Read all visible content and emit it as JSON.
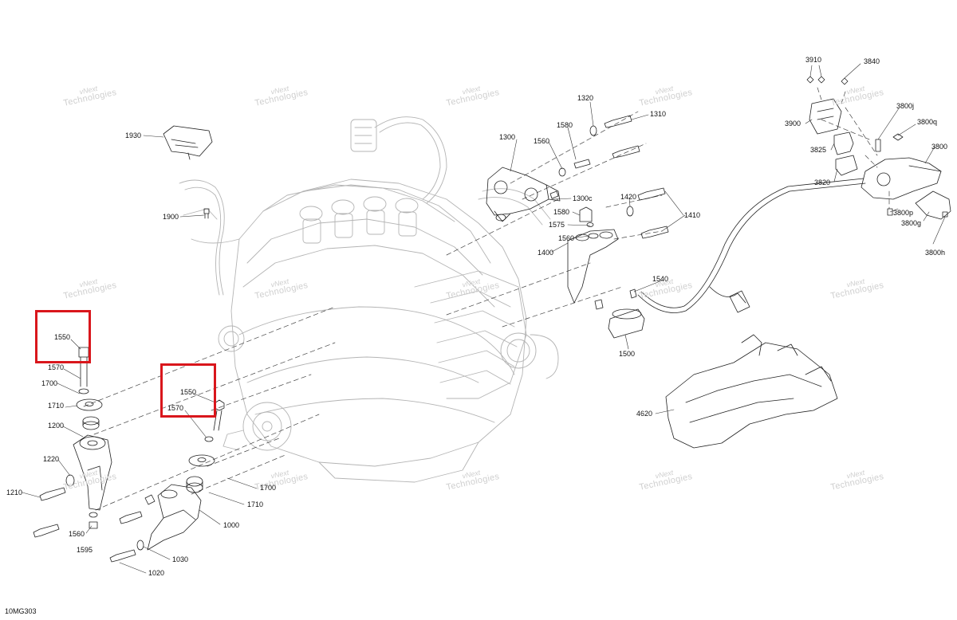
{
  "diagram": {
    "code": "10MG303",
    "watermark": {
      "line1": "vNext",
      "line2": "Technologies"
    },
    "callouts": [
      {
        "id": "1930",
        "label": "1930"
      },
      {
        "id": "1900",
        "label": "1900"
      },
      {
        "id": "1550a",
        "label": "1550"
      },
      {
        "id": "1570a",
        "label": "1570"
      },
      {
        "id": "1700a",
        "label": "1700"
      },
      {
        "id": "1710a",
        "label": "1710"
      },
      {
        "id": "1200",
        "label": "1200"
      },
      {
        "id": "1220",
        "label": "1220"
      },
      {
        "id": "1210",
        "label": "1210"
      },
      {
        "id": "1560a",
        "label": "1560"
      },
      {
        "id": "1595",
        "label": "1595"
      },
      {
        "id": "1550b",
        "label": "1550"
      },
      {
        "id": "1570b",
        "label": "1570"
      },
      {
        "id": "1700b",
        "label": "1700"
      },
      {
        "id": "1710b",
        "label": "1710"
      },
      {
        "id": "1000",
        "label": "1000"
      },
      {
        "id": "1030",
        "label": "1030"
      },
      {
        "id": "1020",
        "label": "1020"
      },
      {
        "id": "1300",
        "label": "1300"
      },
      {
        "id": "1560b",
        "label": "1560"
      },
      {
        "id": "1580a",
        "label": "1580"
      },
      {
        "id": "1320",
        "label": "1320"
      },
      {
        "id": "1310",
        "label": "1310"
      },
      {
        "id": "1300c",
        "label": "1300c"
      },
      {
        "id": "1580b",
        "label": "1580"
      },
      {
        "id": "1575",
        "label": "1575"
      },
      {
        "id": "1560c",
        "label": "1560"
      },
      {
        "id": "1420",
        "label": "1420"
      },
      {
        "id": "1410",
        "label": "1410"
      },
      {
        "id": "1400",
        "label": "1400"
      },
      {
        "id": "1540",
        "label": "1540"
      },
      {
        "id": "1500",
        "label": "1500"
      },
      {
        "id": "3910",
        "label": "3910"
      },
      {
        "id": "3840",
        "label": "3840"
      },
      {
        "id": "3900",
        "label": "3900"
      },
      {
        "id": "3800j",
        "label": "3800j"
      },
      {
        "id": "3800q",
        "label": "3800q"
      },
      {
        "id": "3825",
        "label": "3825"
      },
      {
        "id": "3800",
        "label": "3800"
      },
      {
        "id": "3820",
        "label": "3820"
      },
      {
        "id": "3800p",
        "label": "3800p"
      },
      {
        "id": "3800g",
        "label": "3800g"
      },
      {
        "id": "3800h",
        "label": "3800h"
      },
      {
        "id": "4620",
        "label": "4620"
      }
    ]
  }
}
